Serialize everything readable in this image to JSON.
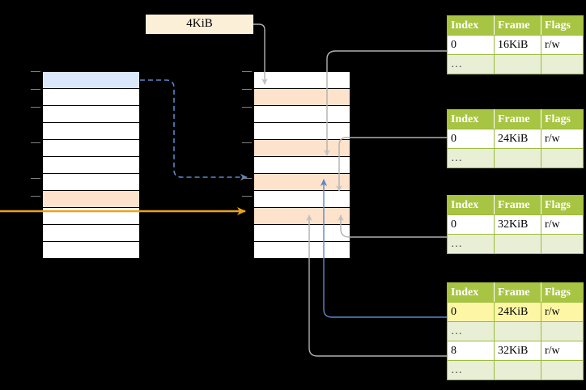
{
  "diagram": {
    "title_label": "4KiB",
    "page_size_label": "4KiB",
    "colors": {
      "header_green": "#a8c443",
      "ellipsis_row": "#e8efd4",
      "highlight_yellow": "#fcf6a5",
      "peach_row": "#fde3cc",
      "blue_row": "#dbe8fb",
      "orange_arrow": "#e8a317",
      "blue_arrow": "#5b87c7",
      "gray_wire": "#b0b0b0",
      "label_box": "#fcefd7"
    }
  },
  "left_column": {
    "name": "virtual-address-space",
    "row_count": 11,
    "rows": [
      {
        "fill": "blue",
        "label": ""
      },
      {
        "fill": "white",
        "label": ""
      },
      {
        "fill": "white",
        "label": ""
      },
      {
        "fill": "white",
        "label": ""
      },
      {
        "fill": "white",
        "label": ""
      },
      {
        "fill": "white",
        "label": ""
      },
      {
        "fill": "white",
        "label": ""
      },
      {
        "fill": "peach",
        "label": ""
      },
      {
        "fill": "white",
        "label": ""
      },
      {
        "fill": "white",
        "label": ""
      },
      {
        "fill": "white",
        "label": ""
      }
    ]
  },
  "middle_column": {
    "name": "physical-memory",
    "row_count": 11,
    "rows": [
      {
        "fill": "white",
        "label": ""
      },
      {
        "fill": "peach",
        "label": ""
      },
      {
        "fill": "white",
        "label": ""
      },
      {
        "fill": "white",
        "label": ""
      },
      {
        "fill": "peach",
        "label": ""
      },
      {
        "fill": "white",
        "label": ""
      },
      {
        "fill": "peach",
        "label": ""
      },
      {
        "fill": "white",
        "label": ""
      },
      {
        "fill": "peach",
        "label": ""
      },
      {
        "fill": "white",
        "label": ""
      },
      {
        "fill": "white",
        "label": ""
      }
    ]
  },
  "tables": [
    {
      "name": "page-table-level-1",
      "headers": [
        "Index",
        "Frame",
        "Flags"
      ],
      "rows": [
        {
          "cells": [
            "0",
            "16KiB",
            "r/w"
          ],
          "style": "data",
          "highlight": [
            false,
            false,
            false
          ]
        },
        {
          "cells": [
            "…",
            "",
            ""
          ],
          "style": "ellipsis",
          "highlight": [
            false,
            false,
            false
          ]
        }
      ]
    },
    {
      "name": "page-table-level-2",
      "headers": [
        "Index",
        "Frame",
        "Flags"
      ],
      "rows": [
        {
          "cells": [
            "0",
            "24KiB",
            "r/w"
          ],
          "style": "data",
          "highlight": [
            false,
            false,
            false
          ]
        },
        {
          "cells": [
            "…",
            "",
            ""
          ],
          "style": "ellipsis",
          "highlight": [
            false,
            false,
            false
          ]
        }
      ]
    },
    {
      "name": "page-table-level-3",
      "headers": [
        "Index",
        "Frame",
        "Flags"
      ],
      "rows": [
        {
          "cells": [
            "0",
            "32KiB",
            "r/w"
          ],
          "style": "data",
          "highlight": [
            false,
            false,
            false
          ]
        },
        {
          "cells": [
            "…",
            "",
            ""
          ],
          "style": "ellipsis",
          "highlight": [
            false,
            false,
            false
          ]
        }
      ]
    },
    {
      "name": "page-table-level-4",
      "headers": [
        "Index",
        "Frame",
        "Flags"
      ],
      "rows": [
        {
          "cells": [
            "0",
            "24KiB",
            "r/w"
          ],
          "style": "data",
          "highlight": [
            true,
            true,
            true
          ]
        },
        {
          "cells": [
            "…",
            "",
            ""
          ],
          "style": "ellipsis",
          "highlight": [
            false,
            false,
            false
          ]
        },
        {
          "cells": [
            "8",
            "32KiB",
            "r/w"
          ],
          "style": "data",
          "highlight": [
            false,
            false,
            false
          ]
        },
        {
          "cells": [
            "…",
            "",
            ""
          ],
          "style": "ellipsis",
          "highlight": [
            false,
            false,
            false
          ]
        }
      ]
    }
  ]
}
